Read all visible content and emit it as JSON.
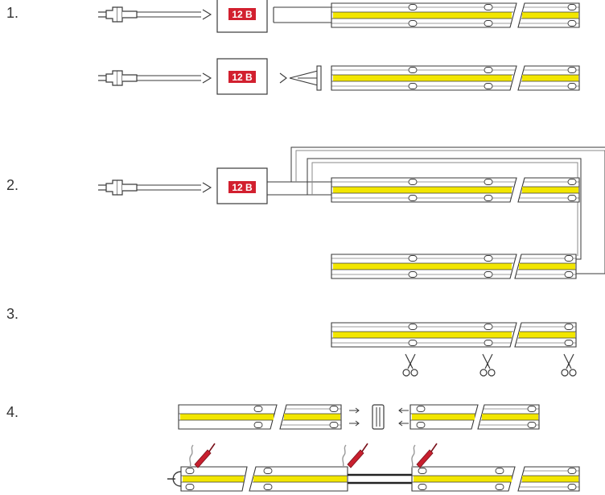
{
  "steps": {
    "s1": "1.",
    "s2": "2.",
    "s3": "3.",
    "s4": "4."
  },
  "psu_label": "12 B",
  "colors": {
    "stroke": "#3a3a3a",
    "led": "#f2e600",
    "psu_badge": "#d2202f",
    "solder": "#c8202f",
    "wire_gray": "#8a8a8a"
  }
}
